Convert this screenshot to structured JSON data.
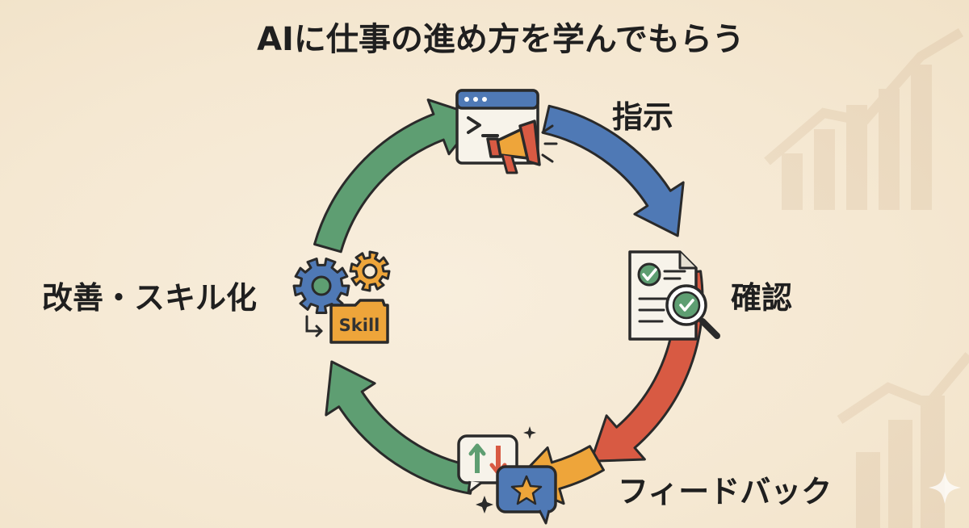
{
  "title": "AIに仕事の進め方を学んでもらう",
  "cycle_steps": [
    {
      "label": "指示",
      "icon": "terminal-megaphone-icon"
    },
    {
      "label": "確認",
      "icon": "document-check-magnifier-icon"
    },
    {
      "label": "フィードバック",
      "icon": "feedback-speech-bubbles-icon"
    },
    {
      "label": "改善・スキル化",
      "icon": "gears-skill-folder-icon"
    }
  ],
  "skill_folder_label": "Skill",
  "colors": {
    "background": "#f6ead6",
    "arrow_blue": "#4f79b5",
    "arrow_red": "#d85a43",
    "arrow_orange": "#eea53a",
    "arrow_green": "#5e9e72",
    "outline": "#2a2a2a"
  },
  "decorations": [
    "background-chart-watermark",
    "sparkle-icon"
  ]
}
